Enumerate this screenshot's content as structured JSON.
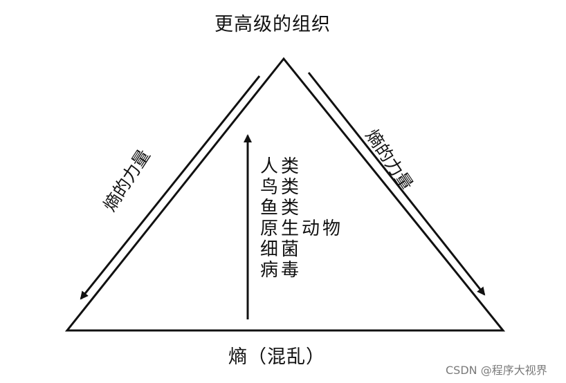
{
  "diagram": {
    "top_label": "更高级的组织",
    "bottom_label": "熵（混乱）",
    "left_side_label": "熵的力量",
    "right_side_label": "熵的力量",
    "levels": [
      "人类",
      "鸟类",
      "鱼类",
      "原生动物",
      "细菌",
      "病毒"
    ]
  },
  "watermark": "CSDN @程序大视界",
  "colors": {
    "stroke": "#111111",
    "background": "#ffffff",
    "watermark": "#7a7a7a"
  }
}
